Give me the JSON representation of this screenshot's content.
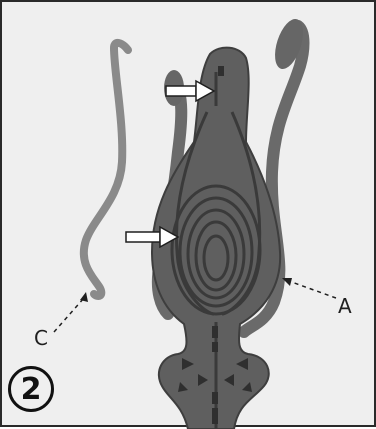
{
  "figure": {
    "step_number": "2",
    "labels": {
      "a": "A",
      "c": "C"
    },
    "colors": {
      "background": "#efefef",
      "body_fill": "#5f5f5f",
      "body_dark": "#3a3a3a",
      "filament": "#8a8a8a",
      "arrow_fill": "#ffffff",
      "line": "#1f1f1f"
    }
  }
}
